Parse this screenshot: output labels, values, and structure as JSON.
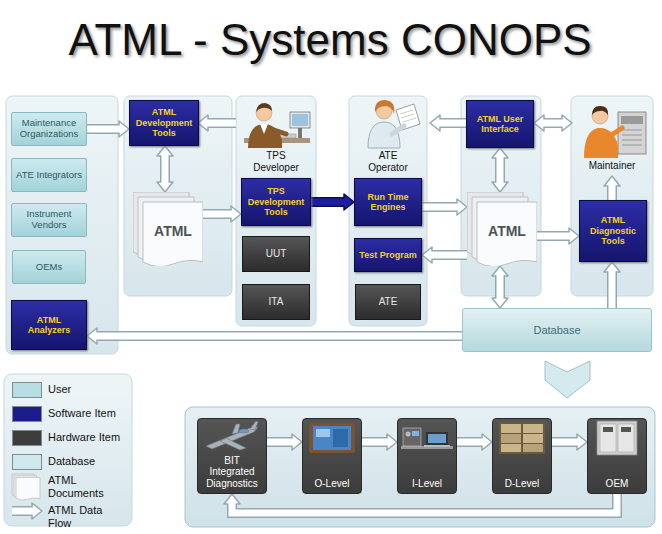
{
  "diagram": {
    "title": "ATML - Systems CONOPS",
    "nodes": [
      {
        "text": [
          "Maintenance Organizations"
        ]
      },
      {
        "text": [
          "ATE Integrators"
        ]
      },
      {
        "text": [
          "Instrument Vendors"
        ]
      },
      {
        "text": [
          "OEMs"
        ]
      },
      {
        "text": [
          "ATML Analyzers"
        ]
      },
      {
        "text": [
          "ATML Development Tools"
        ]
      },
      {
        "text": [
          "ATML"
        ]
      },
      {
        "text": [
          "TPS Development Tools"
        ]
      },
      {
        "text": [
          "UUT"
        ]
      },
      {
        "text": [
          "ITA"
        ]
      },
      {
        "text": [
          "Run Time Engines"
        ]
      },
      {
        "text": [
          "Test Program"
        ]
      },
      {
        "text": [
          "ATE"
        ]
      },
      {
        "text": [
          "ATML User Interface"
        ]
      },
      {
        "text": [
          "ATML"
        ]
      },
      {
        "text": [
          "ATML Diagnostic Tools"
        ]
      },
      {
        "text": [
          "Database"
        ]
      },
      {
        "text": [
          "BIT Integrated Diagnostics"
        ]
      },
      {
        "text": [
          "O-Level"
        ]
      },
      {
        "text": [
          "I-Level"
        ]
      },
      {
        "text": [
          "D-Level"
        ]
      },
      {
        "text": [
          "OEM"
        ]
      }
    ],
    "edges": [
      {
        "from": 0,
        "to": 5,
        "arrow": "to"
      },
      {
        "from": 5,
        "to": 6,
        "arrow": "both"
      },
      {
        "from": 6,
        "to": 7,
        "arrow": "to"
      },
      {
        "from": 7,
        "to": 10,
        "arrow": "to"
      },
      {
        "from": 10,
        "to": 14,
        "arrow": "to"
      },
      {
        "from": 14,
        "to": 11,
        "arrow": "to"
      },
      {
        "from": 13,
        "to": 14,
        "arrow": "both"
      },
      {
        "from": 14,
        "to": 15,
        "arrow": "to"
      },
      {
        "from": 14,
        "to": 16,
        "arrow": "both"
      },
      {
        "from": 16,
        "to": 15,
        "arrow": "to"
      },
      {
        "from": 16,
        "to": 4,
        "arrow": "to"
      },
      {
        "from": 17,
        "to": 18,
        "arrow": "to"
      },
      {
        "from": 18,
        "to": 19,
        "arrow": "to"
      },
      {
        "from": 19,
        "to": 20,
        "arrow": "to"
      },
      {
        "from": 20,
        "to": 21,
        "arrow": "to"
      },
      {
        "from": 21,
        "to": 17,
        "arrow": "to"
      }
    ],
    "labels": [
      "TPS Developer",
      "ATE Operator",
      "Maintainer"
    ],
    "legend": [
      {
        "text": "User",
        "color": "#b5dde2"
      },
      {
        "text": "Software Item",
        "color": "#1c1c8c"
      },
      {
        "text": "Hardware Item",
        "color": "#3c3c3c"
      },
      {
        "text": "Database",
        "color": "#cfe8ec"
      },
      {
        "text": "ATML Documents"
      },
      {
        "text": "ATML Data Flow"
      }
    ]
  }
}
